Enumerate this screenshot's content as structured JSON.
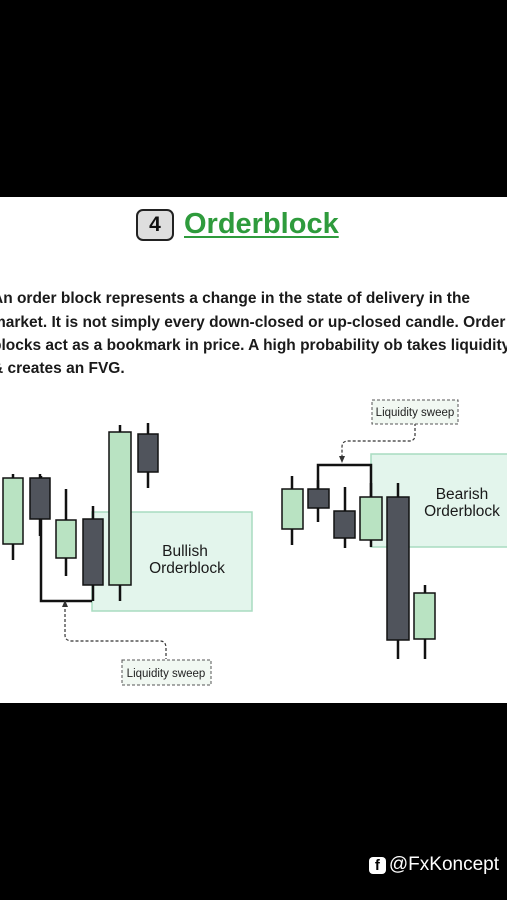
{
  "header": {
    "step_number": "4",
    "title": "Orderblock"
  },
  "description_lines": [
    "An order block represents a change in the state of delivery in the",
    "market. It is not simply every down-closed or up-closed candle. Order",
    "blocks act as a bookmark in price. A high probability ob takes liquidity",
    "& creates an FVG."
  ],
  "bullish_diagram": {
    "zone_label_line1": "Bullish",
    "zone_label_line2": "Orderblock",
    "sweep_label": "Liquidity sweep"
  },
  "bearish_diagram": {
    "zone_label_line1": "Bearish",
    "zone_label_line2": "Orderblock",
    "sweep_label": "Liquidity sweep"
  },
  "colors": {
    "bullish_candle": "#b9e3c2",
    "bearish_candle": "#50545c",
    "zone_fill": "#e3f5ec",
    "zone_border": "#a8dcc0",
    "title_green": "#2e9b3c"
  },
  "icons": {
    "watermark": "facebook-icon"
  },
  "watermark": {
    "handle": "@FxKoncept"
  }
}
